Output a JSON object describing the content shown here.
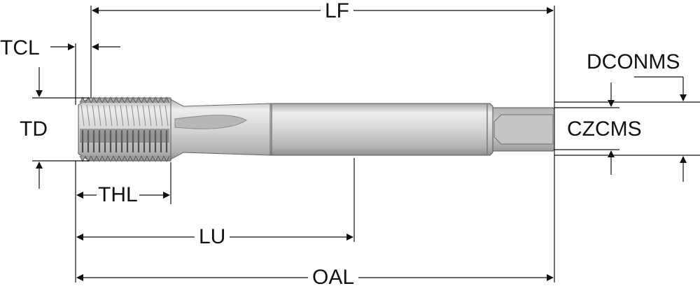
{
  "labels": {
    "lf": "LF",
    "tcl": "TCL",
    "td": "TD",
    "thl": "THL",
    "lu": "LU",
    "oal": "OAL",
    "dconms": "DCONMS",
    "czcms": "CZCMS"
  },
  "colors": {
    "line": "#111111",
    "tool_body": "#d4d4d4",
    "tool_highlight": "#eeeeee",
    "tool_shadow": "#8e8e8e",
    "thread_dark": "#4a4a4a"
  }
}
